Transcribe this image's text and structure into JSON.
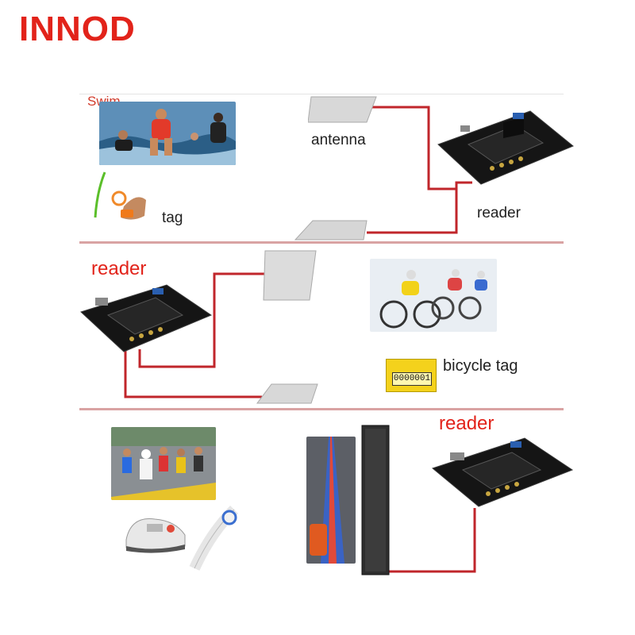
{
  "brand": "INNOD",
  "section1": {
    "sport_label": "Swim",
    "antenna_label": "antenna",
    "tag_label": "tag",
    "reader_label": "reader"
  },
  "section2": {
    "reader_label": "reader",
    "tag_label": "bicycle tag",
    "tag_number": "0000001"
  },
  "section3": {
    "reader_label": "reader"
  },
  "colors": {
    "brand_red": "#e2231a",
    "cable": "#c0262b",
    "divider": "#d9a3a3",
    "tag_yellow": "#f4d21c"
  }
}
